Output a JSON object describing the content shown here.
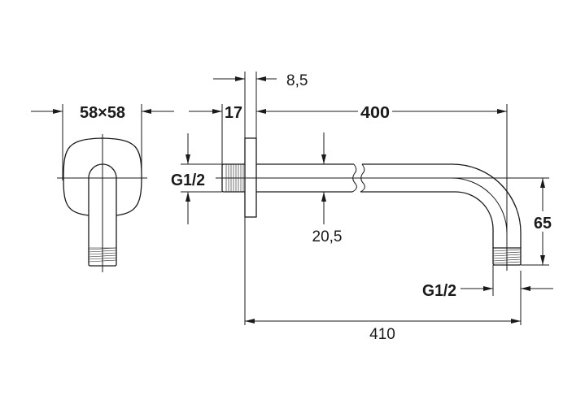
{
  "drawing": {
    "front_view": {
      "flange_size": "58×58"
    },
    "side_view": {
      "flange_thickness": "8,5",
      "thread_length": "17",
      "arm_length": "400",
      "inlet_thread": "G1/2",
      "pipe_diameter": "20,5",
      "drop_height": "65",
      "outlet_thread": "G1/2",
      "overall_length": "410"
    }
  }
}
